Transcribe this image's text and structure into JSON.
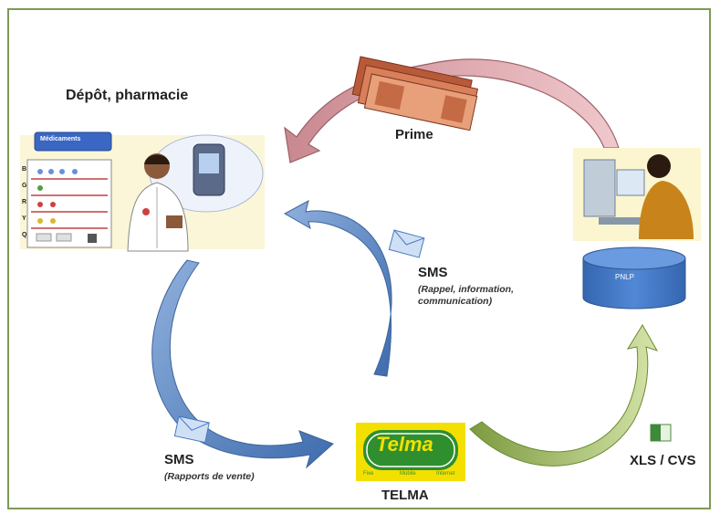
{
  "labels": {
    "depot": "Dépôt, pharmacie",
    "prime": "Prime",
    "sms_top": "SMS",
    "sms_top_detail_1": "(Rappel, information,",
    "sms_top_detail_2": "communication)",
    "sms_bottom": "SMS",
    "sms_bottom_detail": "(Rapports de vente)",
    "telma": "TELMA",
    "xls": "XLS / CVS",
    "pnlp": "PNLP",
    "medicaments": "Médicaments",
    "telma_logo": "Telma",
    "telma_tag_1": "Fixe",
    "telma_tag_2": "Mobile",
    "telma_tag_3": "Internet"
  },
  "stock_rows": [
    "B",
    "G",
    "R",
    "Y",
    "Q"
  ],
  "colors": {
    "frame": "#7d9a55",
    "blue_arrow": "#5b84c0",
    "pink_arrow": "#d9a3a8",
    "green_arrow": "#a8c070",
    "telma_yellow": "#f4e000",
    "telma_green": "#3f8f2e",
    "database": "#3f72bd"
  },
  "icons": [
    "envelope-icon",
    "excel-icon",
    "pharmacist-icon",
    "computer-user-icon",
    "money-icon",
    "database-icon"
  ]
}
